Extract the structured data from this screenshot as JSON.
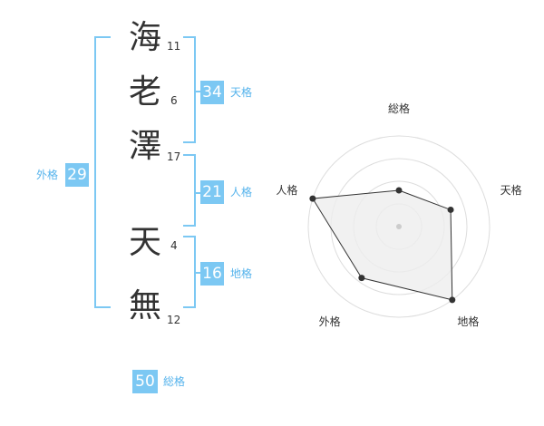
{
  "name": {
    "chars": [
      {
        "char": "海",
        "strokes": "11"
      },
      {
        "char": "老",
        "strokes": "6"
      },
      {
        "char": "澤",
        "strokes": "17"
      },
      {
        "char": "天",
        "strokes": "4"
      },
      {
        "char": "無",
        "strokes": "12"
      }
    ]
  },
  "fortune": {
    "tenkaku": {
      "value": "34",
      "label": "天格"
    },
    "jinkaku": {
      "value": "21",
      "label": "人格"
    },
    "chikaku": {
      "value": "16",
      "label": "地格"
    },
    "gaikaku": {
      "value": "29",
      "label": "外格"
    },
    "soukaku": {
      "value": "50",
      "label": "総格"
    }
  },
  "chart_data": {
    "type": "radar",
    "axes": [
      "総格",
      "天格",
      "地格",
      "外格",
      "人格"
    ],
    "values": [
      2,
      3,
      5,
      3.5,
      5
    ],
    "max": 5,
    "rings": 4,
    "colors": {
      "fill": "#eeeeee",
      "line": "#333333",
      "ring": "#dddddd",
      "accent": "#7cc8f3"
    }
  }
}
